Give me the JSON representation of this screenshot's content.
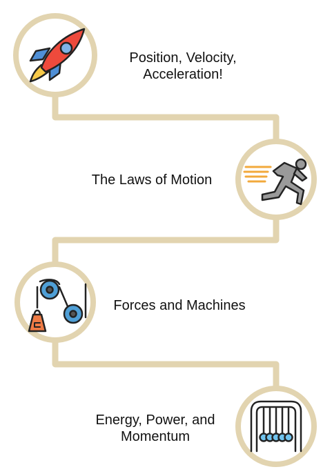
{
  "colors": {
    "path": "#e2d4b0",
    "ring": "#e2d4b0",
    "outline": "#222222",
    "rocket_body": "#ee4a3c",
    "rocket_fin": "#4f8fd6",
    "rocket_window": "#7fb3e6",
    "flame": "#f7c948",
    "runner": "#9a9a9a",
    "speed_lines": "#f2a93b",
    "pulley": "#4f9fd6",
    "weight": "#ef7b45",
    "ball": "#6fc3ee"
  },
  "steps": [
    {
      "id": "position",
      "icon": "rocket-icon",
      "lines": [
        "Position, Velocity,",
        "Acceleration!"
      ]
    },
    {
      "id": "laws",
      "icon": "runner-icon",
      "lines": [
        "The Laws of Motion"
      ]
    },
    {
      "id": "forces",
      "icon": "pulley-icon",
      "lines": [
        "Forces and Machines"
      ]
    },
    {
      "id": "energy",
      "icon": "newtons-cradle-icon",
      "lines": [
        "Energy, Power, and",
        "Momentum"
      ]
    }
  ]
}
